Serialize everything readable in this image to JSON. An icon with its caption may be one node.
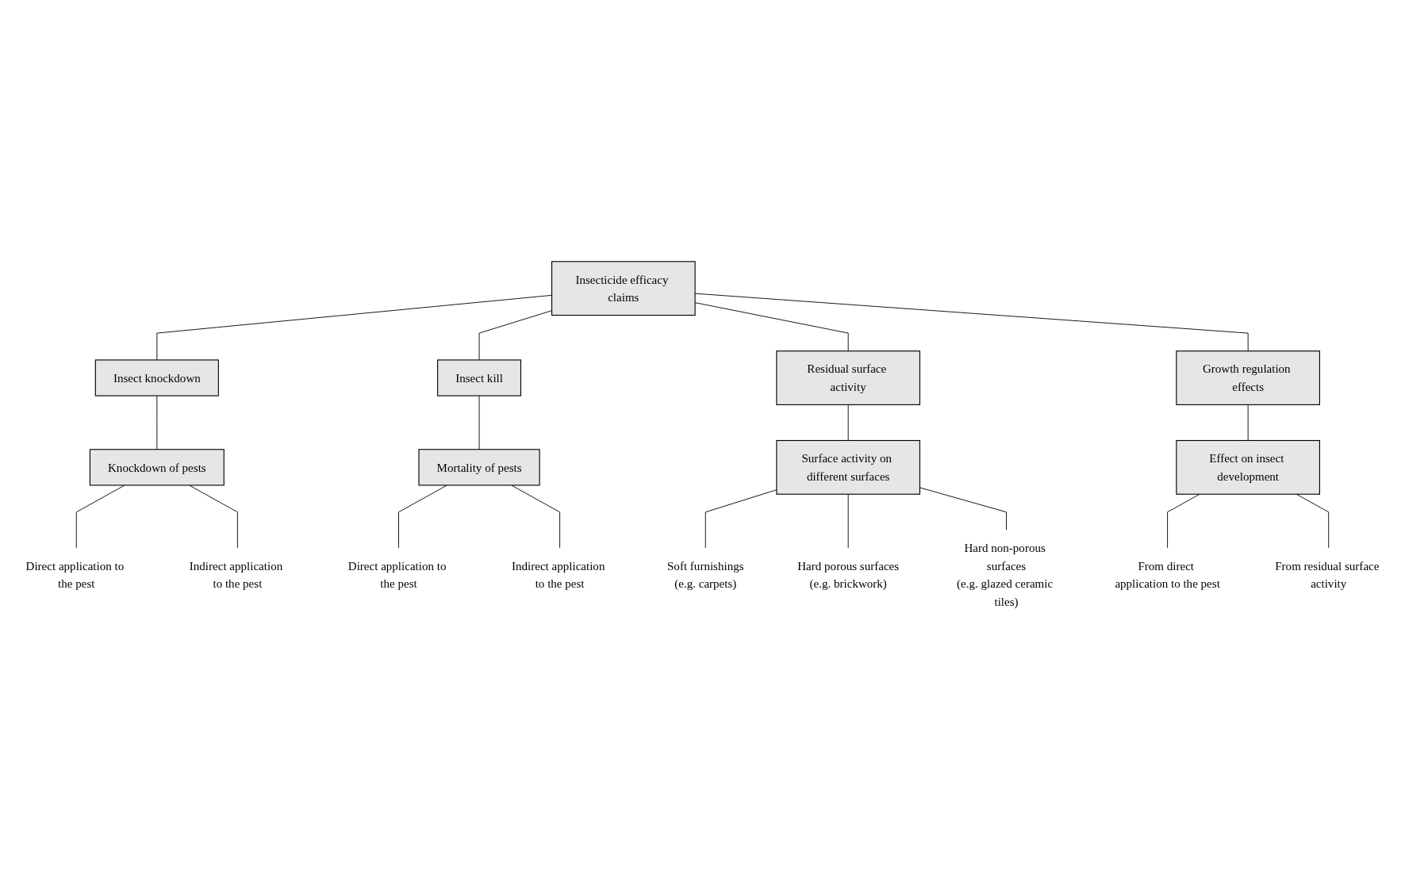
{
  "diagram": {
    "nodes": [
      {
        "text": [
          "Insecticide efficacy claims"
        ]
      },
      {
        "text": [
          "Insect knockdown"
        ]
      },
      {
        "text": [
          "Insect kill"
        ]
      },
      {
        "text": [
          "Residual surface activity"
        ]
      },
      {
        "text": [
          "Growth regulation effects"
        ]
      },
      {
        "text": [
          "Knockdown of pests"
        ]
      },
      {
        "text": [
          "Mortality of pests"
        ]
      },
      {
        "text": [
          "Surface activity on different surfaces"
        ]
      },
      {
        "text": [
          "Effect on insect development"
        ]
      },
      {
        "text": [
          "Direct application to the pest"
        ]
      },
      {
        "text": [
          "Indirect application to the pest"
        ]
      },
      {
        "text": [
          "Direct application to the pest"
        ]
      },
      {
        "text": [
          "Indirect application to the pest"
        ]
      },
      {
        "text": [
          "Soft furnishings",
          "(e.g. carpets)"
        ]
      },
      {
        "text": [
          "Hard porous surfaces",
          "(e.g. brickwork)"
        ]
      },
      {
        "text": [
          "Hard non-porous surfaces",
          "(e.g. glazed ceramic tiles)"
        ]
      },
      {
        "text": [
          "From direct application to the pest"
        ]
      },
      {
        "text": [
          "From residual surface activity"
        ]
      }
    ],
    "edges": [
      {
        "from": 0,
        "to": 1,
        "arrow": "none"
      },
      {
        "from": 0,
        "to": 2,
        "arrow": "none"
      },
      {
        "from": 0,
        "to": 3,
        "arrow": "none"
      },
      {
        "from": 0,
        "to": 4,
        "arrow": "none"
      },
      {
        "from": 1,
        "to": 5,
        "arrow": "none"
      },
      {
        "from": 2,
        "to": 6,
        "arrow": "none"
      },
      {
        "from": 3,
        "to": 7,
        "arrow": "none"
      },
      {
        "from": 4,
        "to": 8,
        "arrow": "none"
      },
      {
        "from": 5,
        "to": 9,
        "arrow": "none"
      },
      {
        "from": 5,
        "to": 10,
        "arrow": "none"
      },
      {
        "from": 6,
        "to": 11,
        "arrow": "none"
      },
      {
        "from": 6,
        "to": 12,
        "arrow": "none"
      },
      {
        "from": 7,
        "to": 13,
        "arrow": "none"
      },
      {
        "from": 7,
        "to": 14,
        "arrow": "none"
      },
      {
        "from": 7,
        "to": 15,
        "arrow": "none"
      },
      {
        "from": 8,
        "to": 16,
        "arrow": "none"
      },
      {
        "from": 8,
        "to": 17,
        "arrow": "none"
      }
    ]
  }
}
